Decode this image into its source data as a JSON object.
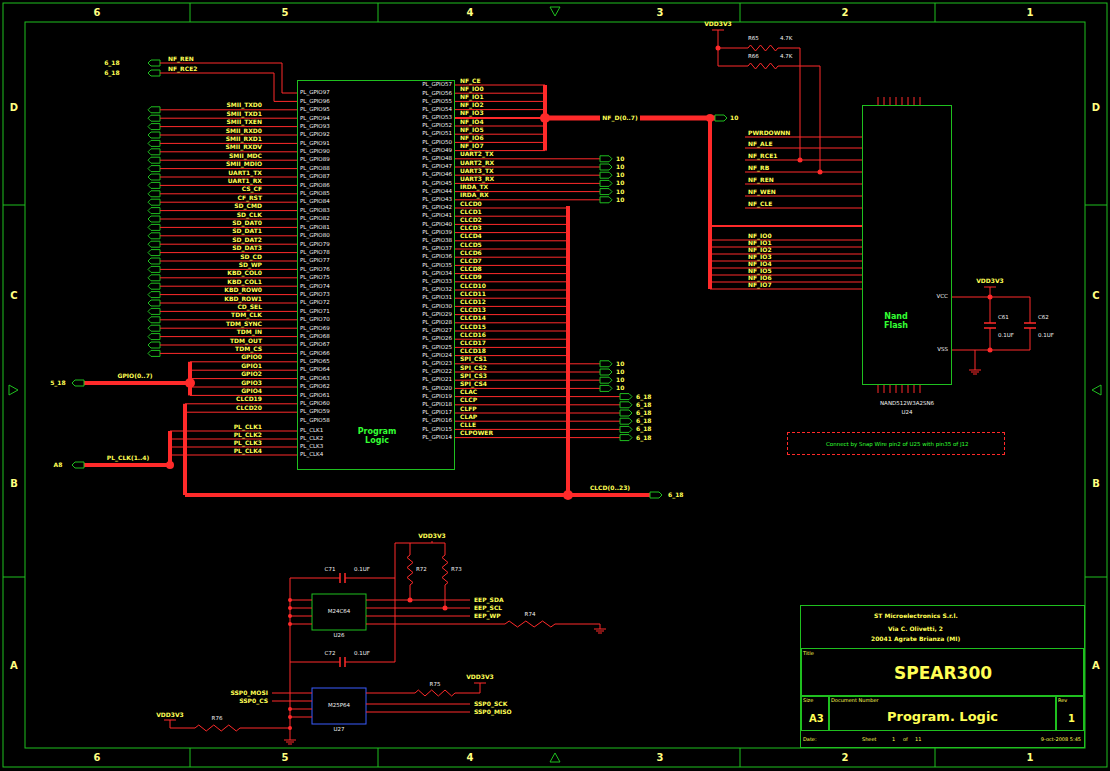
{
  "diagram": {
    "nodes": [
      {
        "text": [
          "Program Logic"
        ]
      },
      {
        "text": [
          "Nand Flash"
        ]
      },
      {
        "text": [
          "Connect by Snap Wire pin2 of U25 with pin35 of J12"
        ]
      },
      {
        "text": [
          "ST Microelectronics S.r.l.",
          "Via C. Olivetti, 2",
          "20041 Agrate Brianza (MI)"
        ]
      },
      {
        "text": [
          "SPEAR300"
        ],
        "in": 3
      },
      {
        "text": [
          "A3"
        ],
        "in": 3
      },
      {
        "text": [
          "Program. Logic"
        ],
        "in": 3
      },
      {
        "text": [
          "1"
        ],
        "in": 3
      }
    ],
    "edges": [
      {
        "from": 0,
        "to": 1,
        "arrow": "none",
        "label": "NF_D(0..7)"
      }
    ],
    "labels": [
      "6",
      "5",
      "4",
      "3",
      "2",
      "1",
      "6",
      "5",
      "4",
      "3",
      "2",
      "1",
      "D",
      "C",
      "B",
      "A",
      "D",
      "C",
      "B",
      "A",
      "6_18",
      "NF_REN",
      "6_18",
      "NF_RCE2",
      "PL_GPIO97",
      "PL_GPIO96",
      "PL_GPIO95",
      "PL_GPIO94",
      "PL_GPIO93",
      "PL_GPIO92",
      "PL_GPIO91",
      "PL_GPIO90",
      "PL_GPIO89",
      "PL_GPIO88",
      "PL_GPIO87",
      "PL_GPIO86",
      "PL_GPIO85",
      "PL_GPIO84",
      "PL_GPIO83",
      "PL_GPIO82",
      "PL_GPIO81",
      "PL_GPIO80",
      "PL_GPIO79",
      "PL_GPIO78",
      "PL_GPIO77",
      "PL_GPIO76",
      "PL_GPIO75",
      "PL_GPIO74",
      "PL_GPIO73",
      "PL_GPIO72",
      "PL_GPIO71",
      "PL_GPIO70",
      "PL_GPIO69",
      "PL_GPIO68",
      "PL_GPIO67",
      "PL_GPIO66",
      "PL_GPIO65",
      "PL_GPIO64",
      "PL_GPIO63",
      "PL_GPIO62",
      "PL_GPIO61",
      "PL_GPIO60",
      "PL_GPIO59",
      "PL_GPIO58",
      "PL_CLK1",
      "PL_CLK2",
      "PL_CLK3",
      "PL_CLK4",
      "SMII_TXD0",
      "SMII_TXD1",
      "SMII_TXEN",
      "SMII_RXD0",
      "SMII_RXD1",
      "SMII_RXDV",
      "SMII_MDC",
      "SMII_MDIO",
      "UART1_TX",
      "UART1_RX",
      "CS_CF",
      "CF_RST",
      "SD_CMD",
      "SD_CLK",
      "SD_DAT0",
      "SD_DAT1",
      "SD_DAT2",
      "SD_DAT3",
      "SD_CD",
      "SD_WP",
      "KBD_COL0",
      "KBD_COL1",
      "KBD_ROW0",
      "KBD_ROW1",
      "CD_SEL",
      "TDM_CLK",
      "TDM_SYNC",
      "TDM_IN",
      "TDM_OUT",
      "TDM_CS",
      "GPIO0",
      "GPIO1",
      "GPIO2",
      "GPIO3",
      "GPIO4",
      "CLCD19",
      "CLCD20",
      "GPIO(0..7)",
      "5_18",
      "PL_CLK(1..4)",
      "A8",
      "PL_CLK1",
      "PL_CLK2",
      "PL_CLK3",
      "PL_CLK4",
      "PL_GPIO57",
      "PL_GPIO56",
      "PL_GPIO55",
      "PL_GPIO54",
      "PL_GPIO53",
      "PL_GPIO52",
      "PL_GPIO51",
      "PL_GPIO50",
      "PL_GPIO49",
      "PL_GPIO48",
      "PL_GPIO47",
      "PL_GPIO46",
      "PL_GPIO45",
      "PL_GPIO44",
      "PL_GPIO43",
      "PL_GPIO42",
      "PL_GPIO41",
      "PL_GPIO40",
      "PL_GPIO39",
      "PL_GPIO38",
      "PL_GPIO37",
      "PL_GPIO36",
      "PL_GPIO35",
      "PL_GPIO34",
      "PL_GPIO33",
      "PL_GPIO32",
      "PL_GPIO31",
      "PL_GPIO30",
      "PL_GPIO29",
      "PL_GPIO28",
      "PL_GPIO27",
      "PL_GPIO26",
      "PL_GPIO25",
      "PL_GPIO24",
      "PL_GPIO23",
      "PL_GPIO22",
      "PL_GPIO21",
      "PL_GPIO20",
      "PL_GPIO19",
      "PL_GPIO18",
      "PL_GPIO17",
      "PL_GPIO16",
      "PL_GPIO15",
      "PL_GPIO14",
      "NF_CE",
      "NF_IO0",
      "NF_IO1",
      "NF_IO2",
      "NF_IO3",
      "NF_IO4",
      "NF_IO5",
      "NF_IO6",
      "NF_IO7",
      "UART2_TX",
      "UART2_RX",
      "UART3_TX",
      "UART3_RX",
      "IRDA_TX",
      "IRDA_RX",
      "CLCD0",
      "CLCD1",
      "CLCD2",
      "CLCD3",
      "CLCD4",
      "CLCD5",
      "CLCD6",
      "CLCD7",
      "CLCD8",
      "CLCD9",
      "CLCD10",
      "CLCD11",
      "CLCD12",
      "CLCD13",
      "CLCD14",
      "CLCD15",
      "CLCD16",
      "CLCD17",
      "CLCD18",
      "SPI_CS1",
      "SPI_CS2",
      "SPI_CS3",
      "SPI_CS4",
      "CLAC",
      "CLCP",
      "CLFP",
      "CLAP",
      "CLLE",
      "CLPOWER",
      "10",
      "10",
      "10",
      "10",
      "10",
      "10",
      "10",
      "10",
      "10",
      "10",
      "6_18",
      "6_18",
      "6_18",
      "6_18",
      "6_18",
      "6_18",
      "CLCD(0..23)",
      "6_18",
      "10",
      "PWRDOWNN",
      "NF_ALE",
      "NF_RCE1",
      "NF_RB",
      "NF_REN",
      "NF_WEN",
      "NF_CLE",
      "NF_IO0",
      "NF_IO1",
      "NF_IO2",
      "NF_IO3",
      "NF_IO4",
      "NF_IO5",
      "NF_IO6",
      "NF_IO7",
      "VCC",
      "VSS",
      "NAND512W3A2SN6",
      "U24",
      "VDD3V3",
      "R65",
      "4.7K",
      "R66",
      "4.7K",
      "VDD3V3",
      "C61",
      "0.1UF",
      "C62",
      "0.1UF",
      "VDD3V3",
      "C71",
      "0.1UF",
      "U26",
      "M24C64",
      "R72",
      "R73",
      "EEP_SDA",
      "EEP_SCL",
      "EEP_WP",
      "R74",
      "C72",
      "0.1UF",
      "U27",
      "M25P64",
      "SSP0_MOSI",
      "SSP0_CS",
      "SSP0_SCK",
      "SSP0_MISO",
      "VDD3V3",
      "R75",
      "VDD3V3",
      "R76",
      "Title",
      "Size",
      "Document Number",
      "Rev",
      "Date:",
      "9-oct-2008 5:45",
      "Sheet",
      "1",
      "of",
      "11"
    ]
  }
}
